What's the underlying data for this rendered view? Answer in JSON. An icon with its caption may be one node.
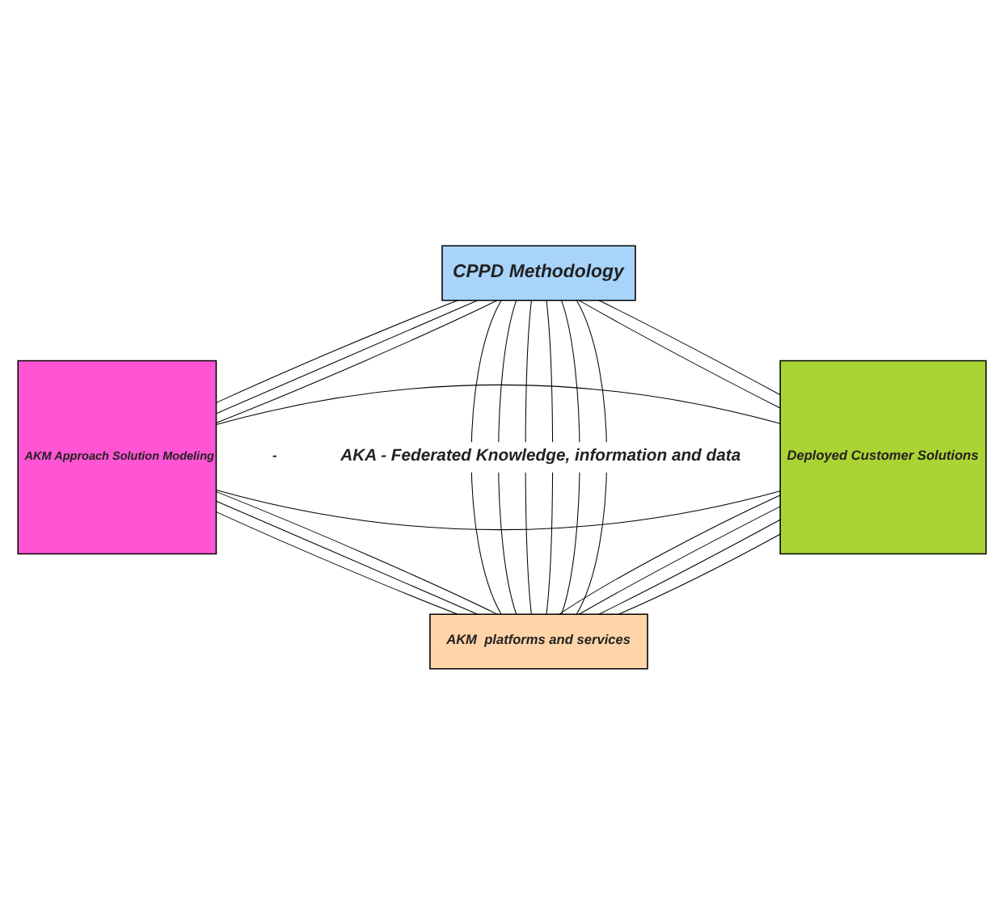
{
  "diagram": {
    "nodes": [
      {
        "text": [
          "CPPD Methodology"
        ]
      },
      {
        "text": [
          "AKM Approach Solution Modeling"
        ]
      },
      {
        "text": [
          "Deployed Customer Solutions"
        ]
      },
      {
        "text": [
          "AKM  platforms and services"
        ]
      }
    ],
    "edges": [
      {
        "from": 0,
        "to": 1,
        "arrow": "none"
      },
      {
        "from": 0,
        "to": 1,
        "arrow": "none"
      },
      {
        "from": 0,
        "to": 1,
        "arrow": "none"
      },
      {
        "from": 0,
        "to": 3,
        "arrow": "none"
      },
      {
        "from": 0,
        "to": 3,
        "arrow": "none"
      },
      {
        "from": 0,
        "to": 3,
        "arrow": "none"
      },
      {
        "from": 0,
        "to": 3,
        "arrow": "none"
      },
      {
        "from": 0,
        "to": 3,
        "arrow": "none"
      },
      {
        "from": 0,
        "to": 3,
        "arrow": "none"
      },
      {
        "from": 0,
        "to": 2,
        "arrow": "none"
      },
      {
        "from": 0,
        "to": 2,
        "arrow": "none"
      },
      {
        "from": 1,
        "to": 2,
        "arrow": "none"
      },
      {
        "from": 1,
        "to": 2,
        "arrow": "none"
      },
      {
        "from": 1,
        "to": 3,
        "arrow": "none"
      },
      {
        "from": 1,
        "to": 3,
        "arrow": "none"
      },
      {
        "from": 1,
        "to": 3,
        "arrow": "none"
      },
      {
        "from": 2,
        "to": 3,
        "arrow": "none"
      },
      {
        "from": 2,
        "to": 3,
        "arrow": "none"
      },
      {
        "from": 2,
        "to": 3,
        "arrow": "none"
      },
      {
        "from": 2,
        "to": 3,
        "arrow": "none"
      }
    ],
    "labels": [
      "AKA - Federated Knowledge, information and data",
      "-"
    ]
  }
}
